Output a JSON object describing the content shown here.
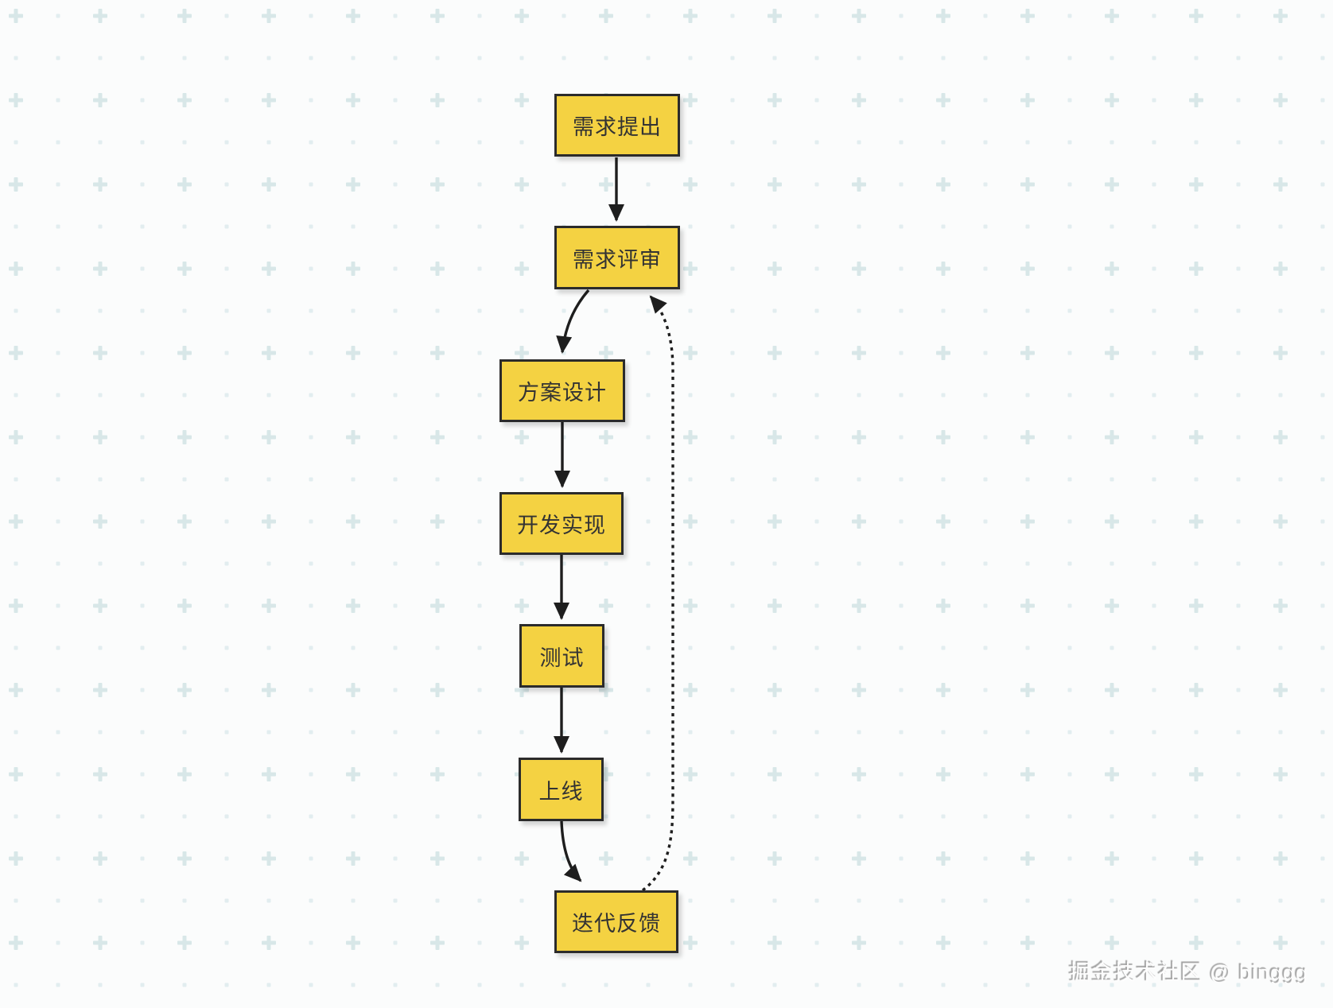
{
  "diagram": {
    "type": "flowchart",
    "nodes": [
      {
        "name": "requirement-proposal",
        "label": "需求提出"
      },
      {
        "name": "requirement-review",
        "label": "需求评审"
      },
      {
        "name": "solution-design",
        "label": "方案设计"
      },
      {
        "name": "development",
        "label": "开发实现"
      },
      {
        "name": "testing",
        "label": "测试"
      },
      {
        "name": "launch",
        "label": "上线"
      },
      {
        "name": "iteration-feedback",
        "label": "迭代反馈"
      }
    ],
    "edges": [
      {
        "from": "需求提出",
        "to": "需求评审",
        "style": "solid"
      },
      {
        "from": "需求评审",
        "to": "方案设计",
        "style": "solid"
      },
      {
        "from": "方案设计",
        "to": "开发实现",
        "style": "solid"
      },
      {
        "from": "开发实现",
        "to": "测试",
        "style": "solid"
      },
      {
        "from": "测试",
        "to": "上线",
        "style": "solid"
      },
      {
        "from": "上线",
        "to": "迭代反馈",
        "style": "solid"
      },
      {
        "from": "迭代反馈",
        "to": "需求评审",
        "style": "dotted"
      }
    ],
    "colors": {
      "node_fill": "#F4D242",
      "node_border": "#2B2B2B",
      "node_text": "#333333",
      "arrow": "#1E1E1E",
      "background": "#FBFCFC",
      "pattern_plus": "#D8E7E8",
      "pattern_dot": "#E2EDEF"
    }
  },
  "watermark": {
    "text": "掘金技术社区 @ binggg"
  }
}
